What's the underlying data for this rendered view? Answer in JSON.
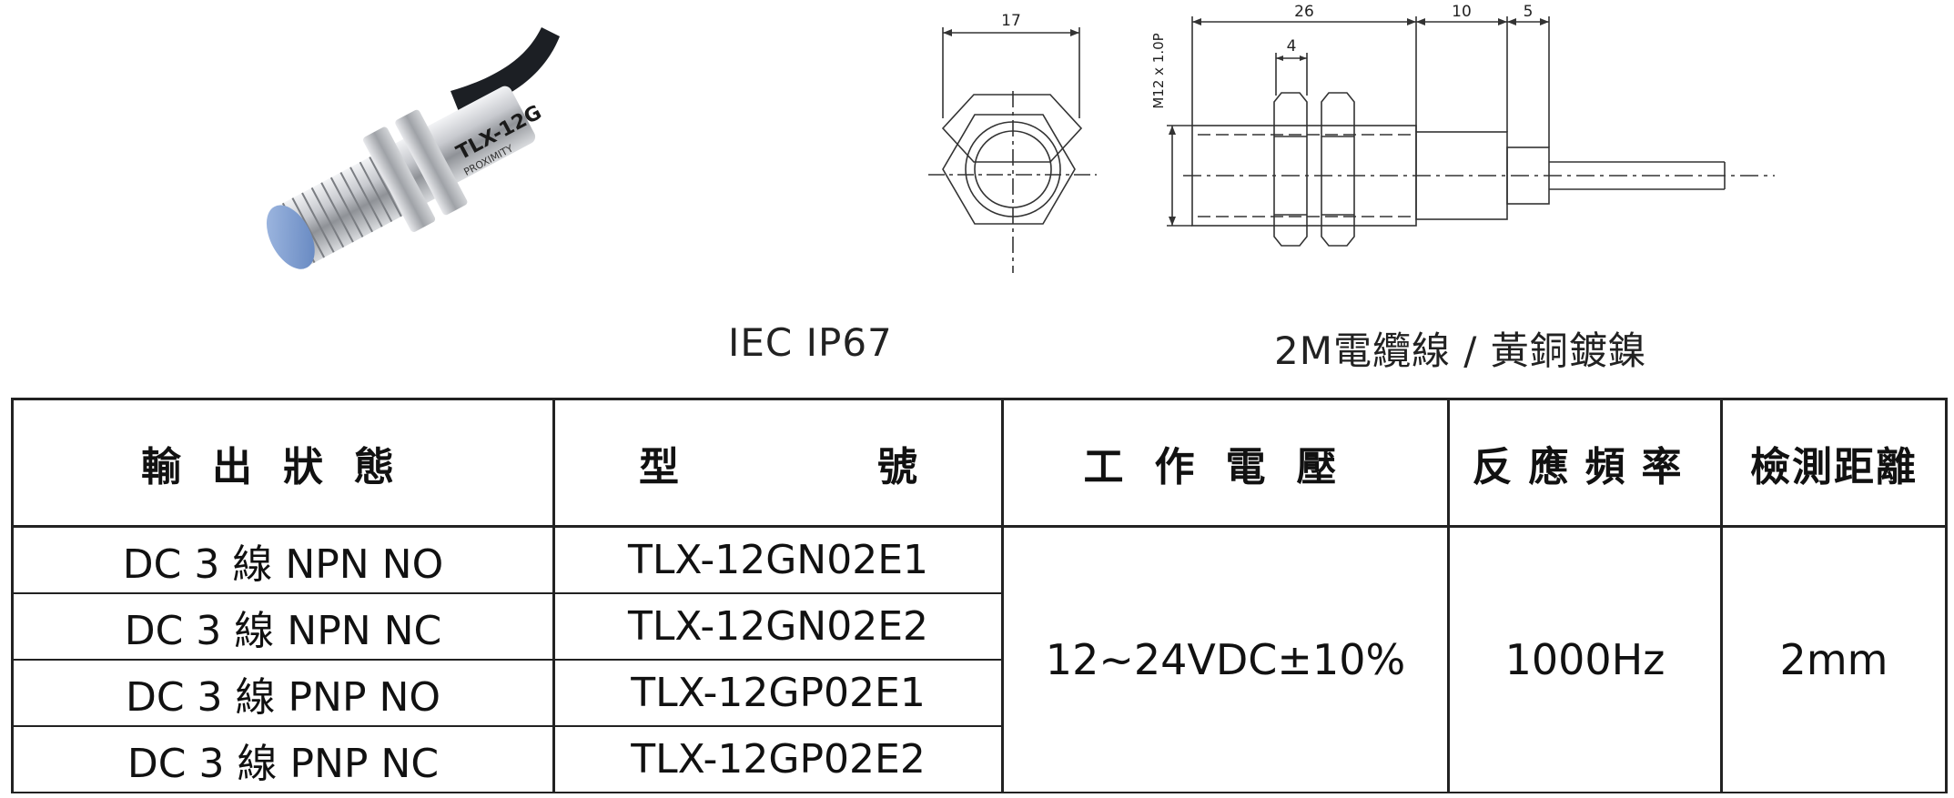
{
  "dimensions": {
    "hex_width": "17",
    "body_length": "26",
    "tail_length": "10",
    "cable_stub": "5",
    "nut_width": "4",
    "thread": "M12 x 1.0P"
  },
  "product_label": {
    "model_mark": "TLX-12G",
    "brand_mark": "PROXIMITY"
  },
  "captions": {
    "rating": "IEC IP67",
    "cable": "2M電纜線 / 黃銅鍍鎳"
  },
  "table": {
    "headers": {
      "output": "輸出狀態",
      "model_left": "型",
      "model_right": "號",
      "voltage": "工作電壓",
      "frequency": "反應頻率",
      "distance": "檢測距離"
    },
    "rows": [
      {
        "output": "DC 3 線 NPN NO",
        "model": "TLX-12GN02E1"
      },
      {
        "output": "DC 3 線 NPN NC",
        "model": "TLX-12GN02E2"
      },
      {
        "output": "DC 3 線 PNP NO",
        "model": "TLX-12GP02E1"
      },
      {
        "output": "DC 3 線 PNP NC",
        "model": "TLX-12GP02E2"
      }
    ],
    "voltage": "12~24VDC±10%",
    "frequency": "1000Hz",
    "distance": "2mm"
  },
  "colors": {
    "sensing_face": "#7d9ed1",
    "metal_body": "#c9cbd0",
    "cable": "#1c1f24"
  }
}
